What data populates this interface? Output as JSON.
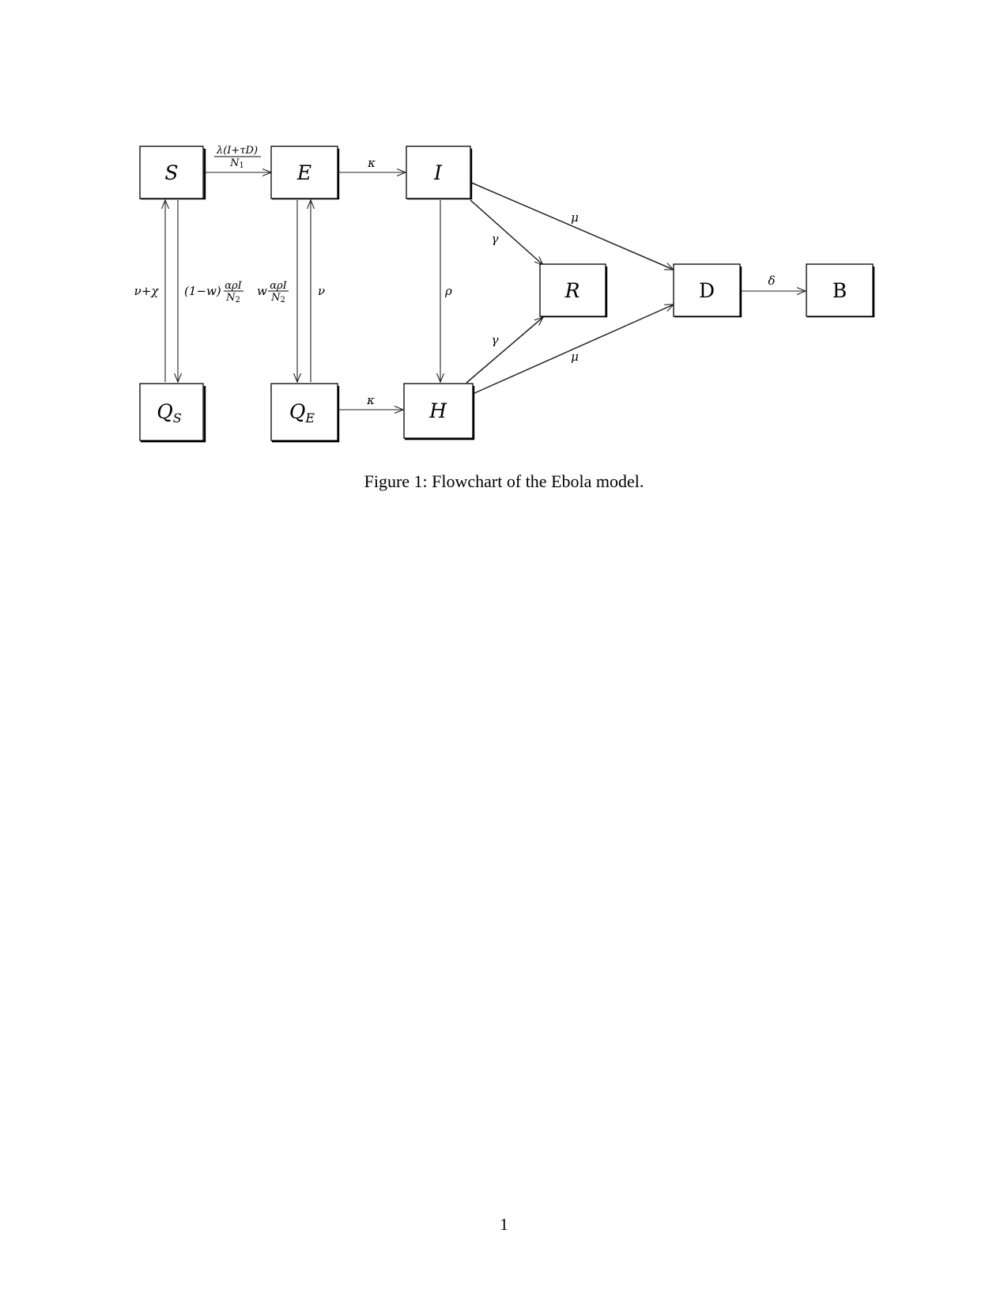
{
  "nodes": {
    "S": "S",
    "E": "E",
    "I": "I",
    "QS": {
      "base": "Q",
      "sub": "S"
    },
    "QE": {
      "base": "Q",
      "sub": "E"
    },
    "H": "H",
    "R": "R",
    "D": "D",
    "B": "B"
  },
  "rates": {
    "s_to_e": {
      "num": "λ(I+τD)",
      "den": "N",
      "den_sub": "1"
    },
    "e_to_i": "κ",
    "qe_to_h": "κ",
    "qs_to_s": "ν+χ",
    "s_to_qs": {
      "prefix": "(1−w)",
      "num": "αρI",
      "den": "N",
      "den_sub": "2"
    },
    "e_to_qe": {
      "prefix": "w",
      "num": "αρI",
      "den": "N",
      "den_sub": "2"
    },
    "qe_to_e": "ν",
    "i_to_h": "ρ",
    "i_to_r": "γ",
    "h_to_r": "γ",
    "i_to_d": "μ",
    "h_to_d": "μ",
    "d_to_b": "δ"
  },
  "caption": "Figure 1: Flowchart of the Ebola model.",
  "page_number": "1"
}
